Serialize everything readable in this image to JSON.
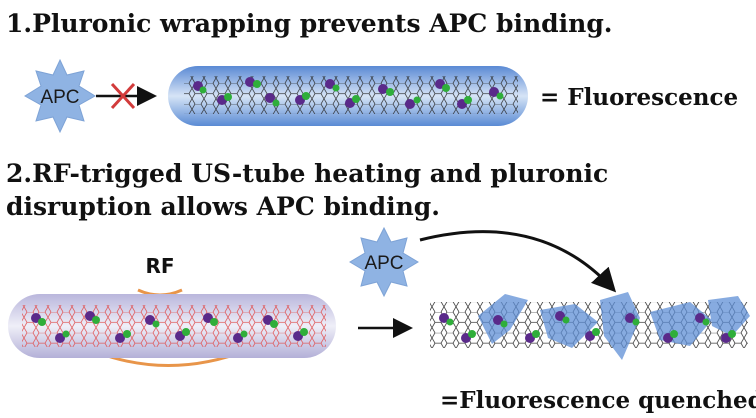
{
  "section1": {
    "heading": "1.Pluronic wrapping prevents APC binding.",
    "apc_label": "APC",
    "result": "= Fluorescence"
  },
  "section2": {
    "heading_line1": "2.RF-trigged US-tube heating and pluronic",
    "heading_line2": "disruption allows APC binding.",
    "rf_label": "RF",
    "apc_label": "APC",
    "result": "=Fluorescence quenched"
  },
  "colors": {
    "pluronic_blue": "#5f8fd6",
    "apc_star": "#8fb3e3",
    "red_cross": "#d23b3b",
    "rf_wave": "#e8954a",
    "heated_lattice": "#e05050",
    "molecule_purple": "#5a2a8a",
    "molecule_green": "#2fae3a"
  }
}
